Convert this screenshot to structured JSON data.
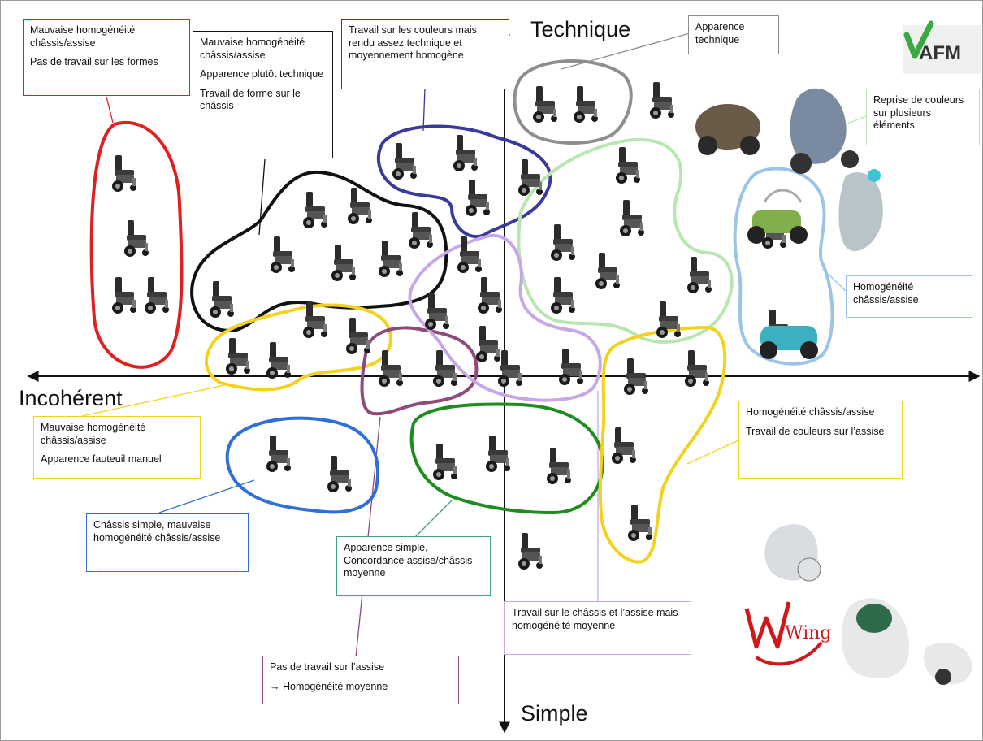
{
  "axes": {
    "top": "Technique",
    "bottom": "Simple",
    "left": "Incohérent"
  },
  "logos": {
    "afm": "AFM",
    "wing": "Wing"
  },
  "annotations": {
    "red": [
      "Mauvaise homogénéité châssis/assise",
      "Pas de travail sur les formes"
    ],
    "black": [
      "Mauvaise homogénéité châssis/assise",
      "Apparence plutôt technique",
      "Travail de forme sur le châssis"
    ],
    "navy": [
      "Travail sur les couleurs mais rendu assez technique et moyennement homogène"
    ],
    "grey": [
      "Apparence technique"
    ],
    "green_light": [
      "Reprise de couleurs sur plusieurs éléments"
    ],
    "lightblue": [
      "Homogénéité châssis/assise"
    ],
    "yellow_left": [
      "Mauvaise homogénéité châssis/assise",
      "Apparence fauteuil manuel"
    ],
    "blue": [
      "Châssis simple, mauvaise homogénéité châssis/assise"
    ],
    "green": [
      "Apparence simple, Concordance assise/châssis moyenne"
    ],
    "purple": [
      "Pas de travail sur l’assise",
      "→ Homogénéité moyenne"
    ],
    "lavender": [
      "Travail sur le châssis et l’assise mais homogénéité moyenne"
    ],
    "yellow_right": [
      "Homogénéité châssis/assise",
      "Travail de couleurs sur l’assise"
    ]
  },
  "colors": {
    "red": "#e02020",
    "black": "#111111",
    "navy": "#3a3a9a",
    "grey": "#8e8e8e",
    "green_light": "#b8e6b0",
    "lightblue": "#9cc4e8",
    "yellow": "#f2d21c",
    "blue": "#2f6fd8",
    "green": "#1e8c1e",
    "purple": "#8e4a7a",
    "lavender": "#c7a8e6",
    "teal": "#3aa08a",
    "afm_green": "#3aa845"
  }
}
